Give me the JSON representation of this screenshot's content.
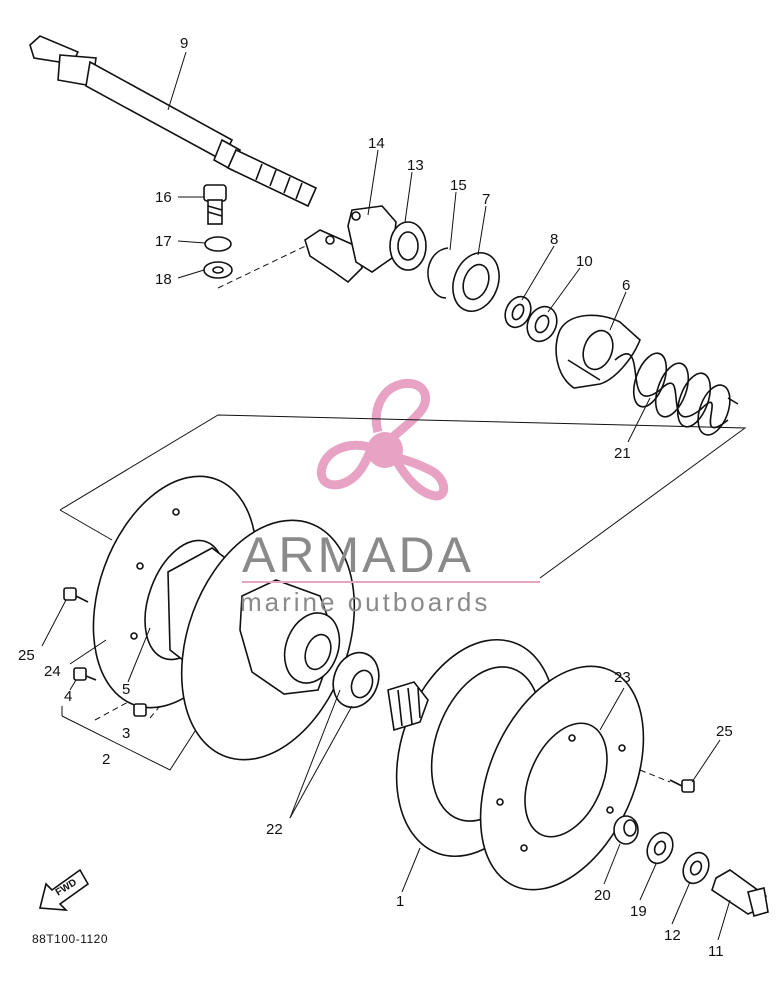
{
  "diagram": {
    "code": "88T100-1120",
    "fwd_label": "FWD",
    "watermark": {
      "title": "ARMADA",
      "subtitle": "marine outboards",
      "pink": "#e8a3c4",
      "gray": "#8a8a8a"
    },
    "callouts": [
      {
        "id": "c9",
        "label": "9"
      },
      {
        "id": "c14",
        "label": "14"
      },
      {
        "id": "c13",
        "label": "13"
      },
      {
        "id": "c15",
        "label": "15"
      },
      {
        "id": "c7",
        "label": "7"
      },
      {
        "id": "c16",
        "label": "16"
      },
      {
        "id": "c17",
        "label": "17"
      },
      {
        "id": "c18",
        "label": "18"
      },
      {
        "id": "c8",
        "label": "8"
      },
      {
        "id": "c10",
        "label": "10"
      },
      {
        "id": "c6",
        "label": "6"
      },
      {
        "id": "c21",
        "label": "21"
      },
      {
        "id": "c25a",
        "label": "25"
      },
      {
        "id": "c24",
        "label": "24"
      },
      {
        "id": "c4",
        "label": "4"
      },
      {
        "id": "c5",
        "label": "5"
      },
      {
        "id": "c3",
        "label": "3"
      },
      {
        "id": "c2",
        "label": "2"
      },
      {
        "id": "c22",
        "label": "22"
      },
      {
        "id": "c23",
        "label": "23"
      },
      {
        "id": "c25b",
        "label": "25"
      },
      {
        "id": "c1",
        "label": "1"
      },
      {
        "id": "c20",
        "label": "20"
      },
      {
        "id": "c19",
        "label": "19"
      },
      {
        "id": "c12",
        "label": "12"
      },
      {
        "id": "c11",
        "label": "11"
      }
    ]
  }
}
